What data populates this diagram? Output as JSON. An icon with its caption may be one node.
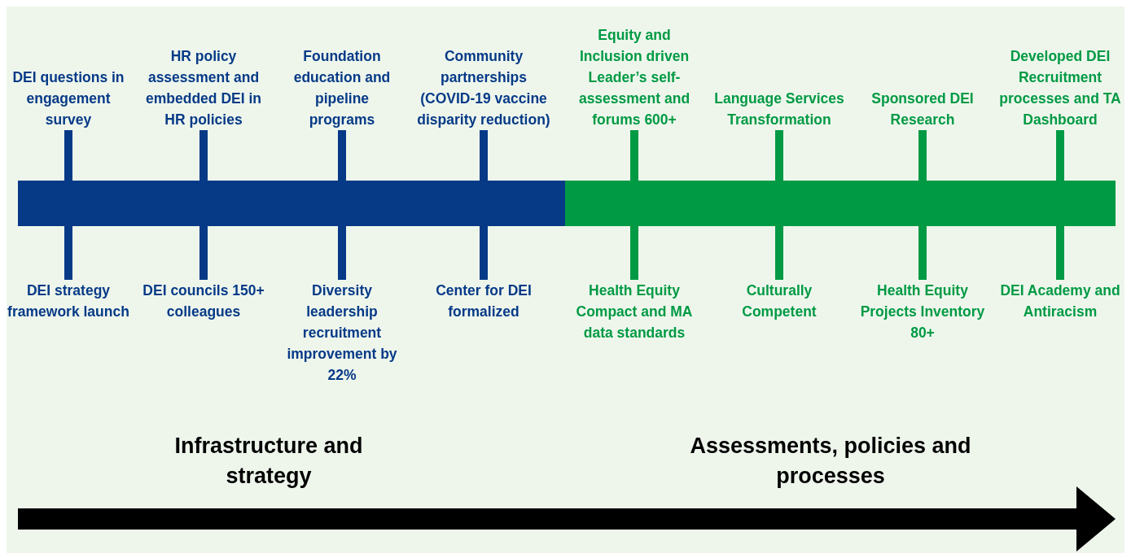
{
  "diagram": {
    "nodes": [
      {
        "text": [],
        "shape": "bar"
      },
      {
        "text": [],
        "shape": "bar"
      },
      {
        "text": [
          "DEI questions in engagement survey"
        ]
      },
      {
        "text": [
          "HR policy assessment and embedded DEI in HR policies"
        ]
      },
      {
        "text": [
          "Foundation education and pipeline programs"
        ]
      },
      {
        "text": [
          "Community partnerships (COVID-19 vaccine disparity reduction)"
        ]
      },
      {
        "text": [
          "Equity and Inclusion driven Leader’s self-assessment and forums 600+"
        ]
      },
      {
        "text": [
          "Language Services Transformation"
        ]
      },
      {
        "text": [
          "Sponsored DEI Research"
        ]
      },
      {
        "text": [
          "Developed DEI Recruitment processes and TA Dashboard"
        ]
      },
      {
        "text": [
          "DEI strategy framework launch"
        ]
      },
      {
        "text": [
          "DEI councils 150+ colleagues"
        ]
      },
      {
        "text": [
          "Diversity leadership recruitment improvement by 22%"
        ]
      },
      {
        "text": [
          "Center for DEI formalized"
        ]
      },
      {
        "text": [
          "Health Equity Compact and MA data standards"
        ]
      },
      {
        "text": [
          "Culturally Competent"
        ]
      },
      {
        "text": [
          "Health Equity Projects Inventory 80+"
        ]
      },
      {
        "text": [
          "DEI Academy and Antiracism"
        ]
      }
    ],
    "edges": [
      {
        "from": 2,
        "to": 0,
        "arrow": "none"
      },
      {
        "from": 3,
        "to": 0,
        "arrow": "none"
      },
      {
        "from": 4,
        "to": 0,
        "arrow": "none"
      },
      {
        "from": 5,
        "to": 0,
        "arrow": "none"
      },
      {
        "from": 6,
        "to": 1,
        "arrow": "none",
        "color": "#009a44"
      },
      {
        "from": 7,
        "to": 1,
        "arrow": "none",
        "color": "#009a44"
      },
      {
        "from": 8,
        "to": 1,
        "arrow": "none",
        "color": "#009a44"
      },
      {
        "from": 9,
        "to": 1,
        "arrow": "none",
        "color": "#009a44"
      },
      {
        "from": 10,
        "to": 0,
        "arrow": "none"
      },
      {
        "from": 11,
        "to": 0,
        "arrow": "none"
      },
      {
        "from": 12,
        "to": 0,
        "arrow": "none"
      },
      {
        "from": 13,
        "to": 0,
        "arrow": "none"
      },
      {
        "from": 14,
        "to": 1,
        "arrow": "none",
        "color": "#009a44"
      },
      {
        "from": 15,
        "to": 1,
        "arrow": "none",
        "color": "#009a44"
      },
      {
        "from": 16,
        "to": 1,
        "arrow": "none",
        "color": "#009a44"
      },
      {
        "from": 17,
        "to": 1,
        "arrow": "none",
        "color": "#009a44"
      }
    ],
    "labels": [
      "Infrastructure and strategy",
      "Assessments, policies and processes"
    ]
  }
}
